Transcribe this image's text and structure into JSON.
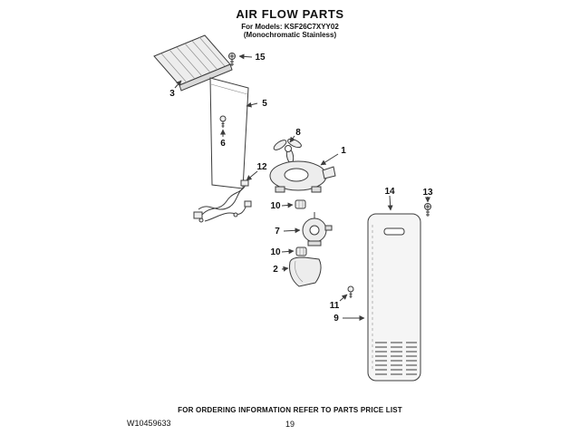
{
  "header": {
    "title": "AIR FLOW PARTS",
    "models_line": "For Models: KSF26C7XYY02",
    "finish_line": "(Monochromatic Stainless)"
  },
  "diagram": {
    "callouts": {
      "c1": "1",
      "c2": "2",
      "c3": "3",
      "c5": "5",
      "c6": "6",
      "c7": "7",
      "c8": "8",
      "c9": "9",
      "c10a": "10",
      "c10b": "10",
      "c11": "11",
      "c12": "12",
      "c13": "13",
      "c14": "14",
      "c15": "15"
    }
  },
  "footer": {
    "ordering_note": "FOR ORDERING INFORMATION REFER TO PARTS PRICE LIST",
    "doc_number": "W10459633",
    "page_number": "19"
  },
  "colors": {
    "line": "#3c3c3c",
    "text": "#111111",
    "background": "#ffffff"
  }
}
